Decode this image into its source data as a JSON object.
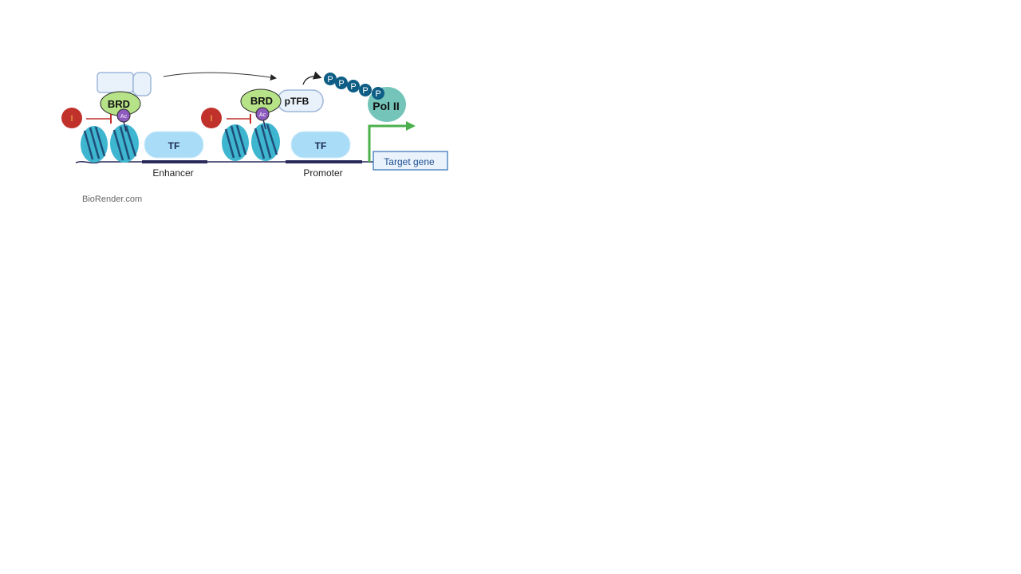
{
  "labels": {
    "inhibitor_left": "I",
    "inhibitor_right": "I",
    "brd_left": "BRD",
    "brd_right": "BRD",
    "ac_left": "Ac",
    "ac_right": "Ac",
    "ptfb": "pTFB",
    "tf_left": "TF",
    "tf_right": "TF",
    "enhancer": "Enhancer",
    "promoter": "Promoter",
    "pol2": "Pol II",
    "target_gene": "Target gene",
    "watermark": "BioRender.com"
  },
  "phospho": [
    "P",
    "P",
    "P",
    "P",
    "P"
  ],
  "colors": {
    "inhibitor": "#c0312b",
    "inhibitor_text": "#f2c94c",
    "brd": "#b6e388",
    "acetyl": "#8e5bbf",
    "ptfb_fill": "#e9f1fb",
    "tf_fill": "#a9dcf7",
    "nucleosome": "#3fb6cf",
    "dna": "#2a2a5a",
    "phospho": "#0f5e85",
    "pol2": "#74c4b9",
    "arrow_green": "#4bb04b",
    "target_border": "#2f6fb7",
    "target_fill": "#eaf2fb"
  }
}
